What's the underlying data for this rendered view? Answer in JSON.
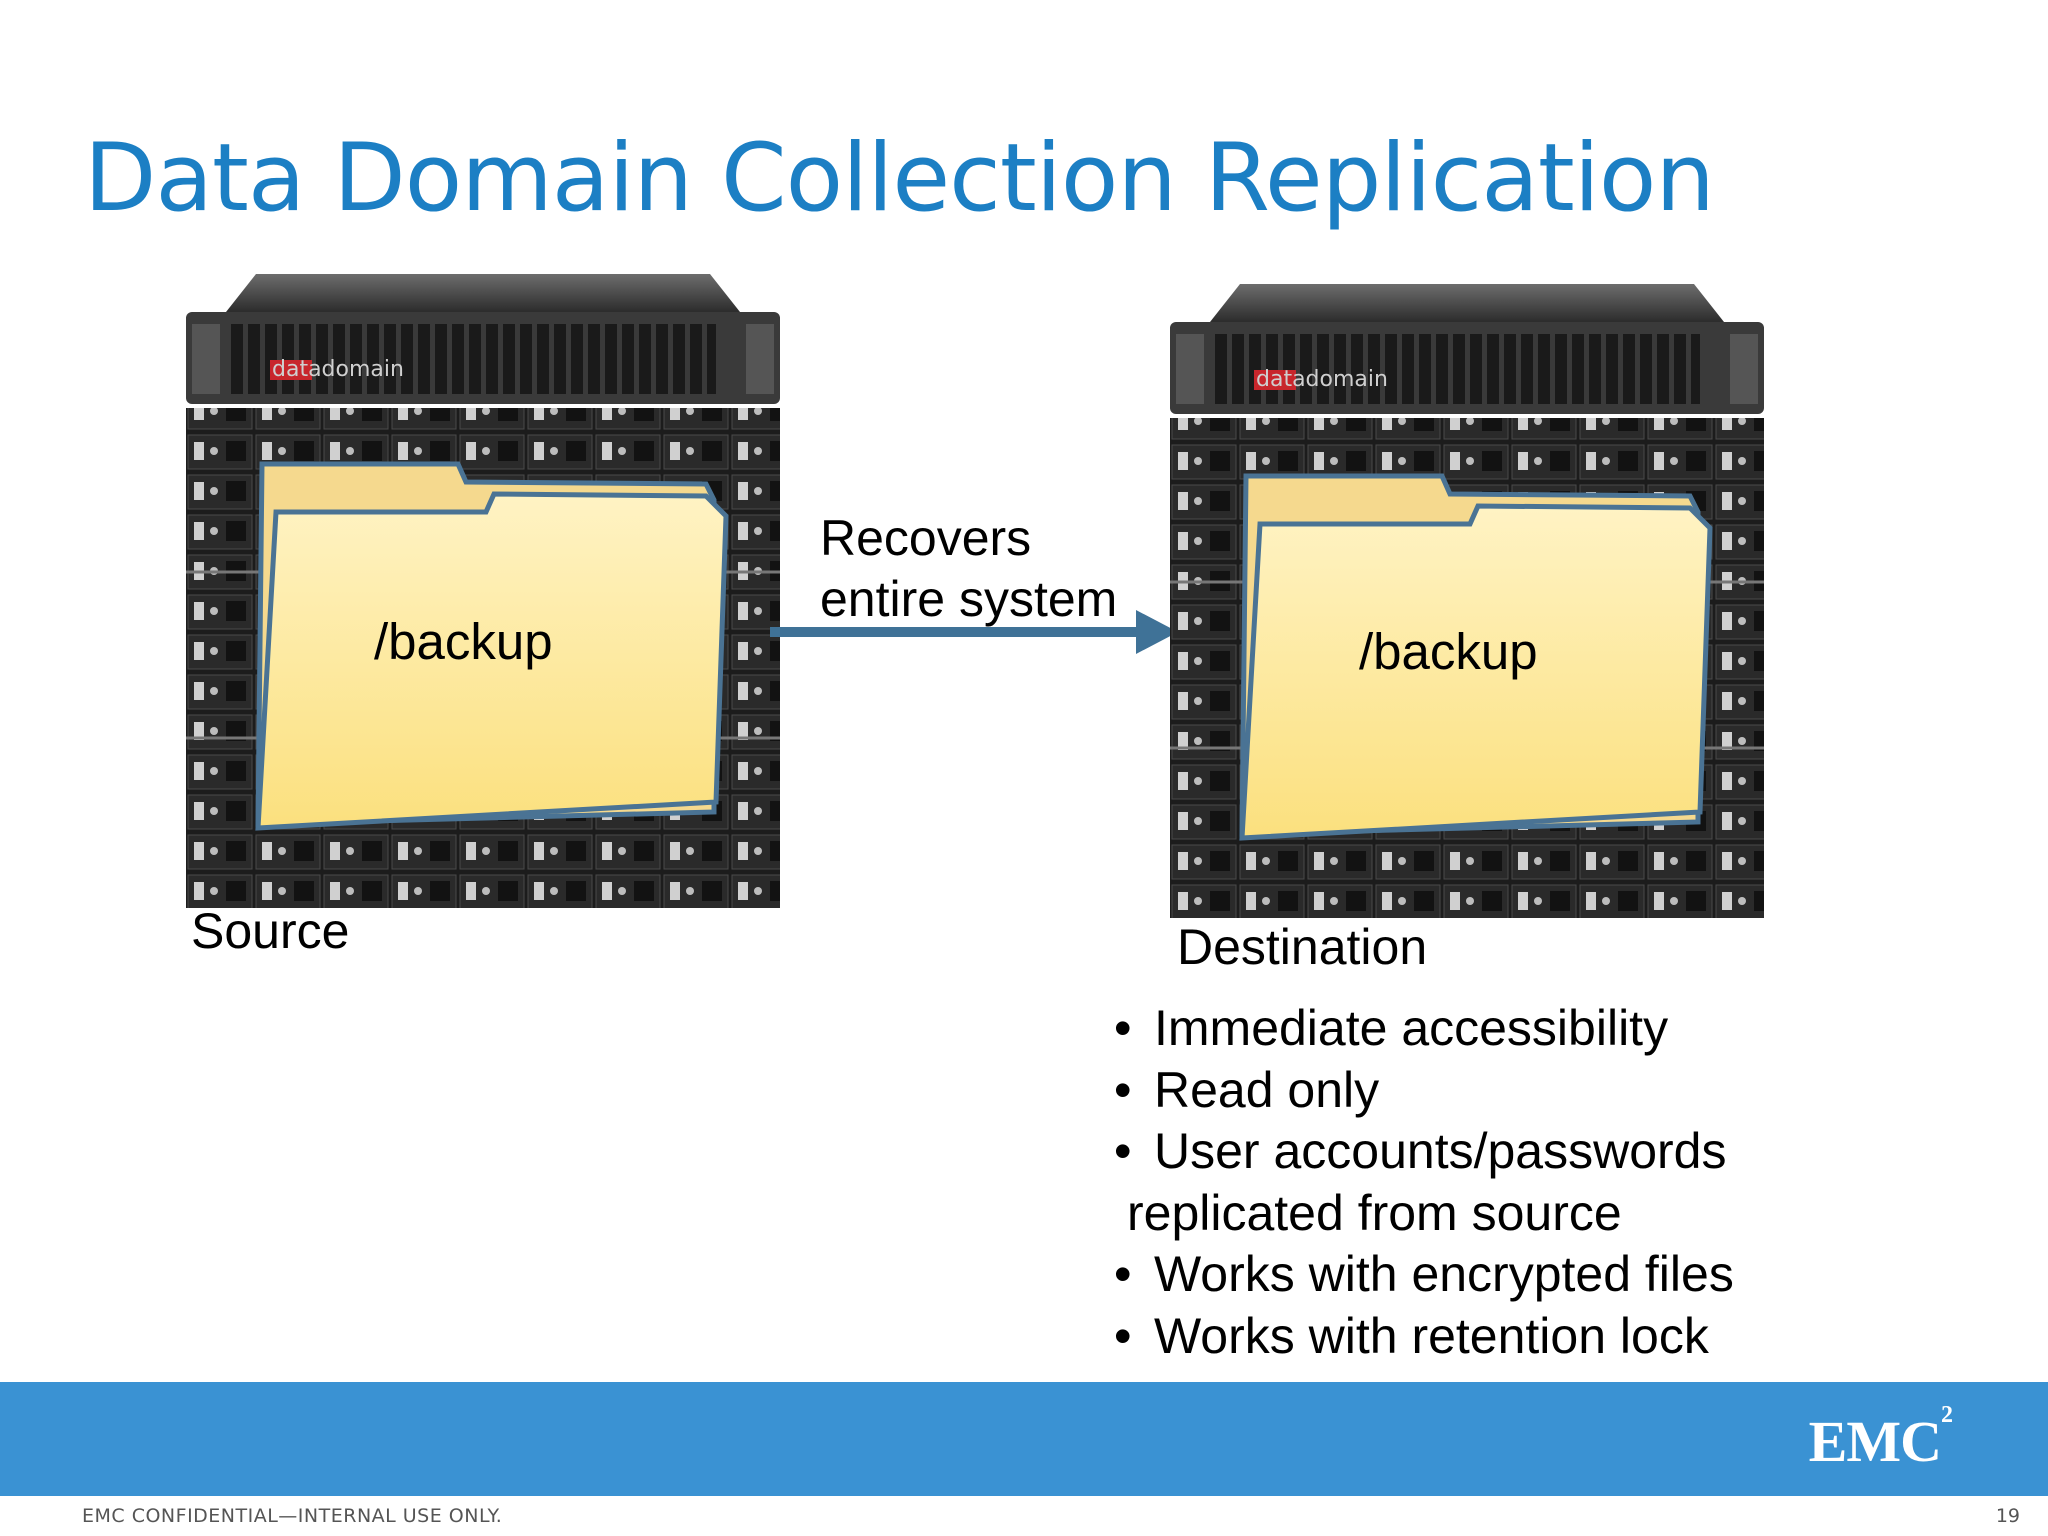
{
  "slide": {
    "title": "Data Domain Collection Replication",
    "source": {
      "brand_logo": "datadomain",
      "folder_label": "/backup",
      "caption": "Source"
    },
    "destination": {
      "brand_logo": "datadomain",
      "folder_label": "/backup",
      "caption": "Destination"
    },
    "arrow": {
      "line1": "Recovers",
      "line2": "entire system",
      "color": "#3f7297"
    },
    "bullets": [
      "Immediate accessibility",
      "Read only",
      "User accounts/passwords",
      "Works with encrypted files",
      "Works with retention lock"
    ],
    "bullet_continuation": "replicated from source",
    "bullet_glyph": "•"
  },
  "footer": {
    "logo": "EMC",
    "logo_sup": "2",
    "confidential": "EMC CONFIDENTIAL—INTERNAL USE ONLY.",
    "page_number": "19",
    "band_color": "#3a92d3"
  },
  "colors": {
    "title": "#1c7fc4",
    "folder_fill": "#fde9a0",
    "folder_border": "#4a7394"
  }
}
